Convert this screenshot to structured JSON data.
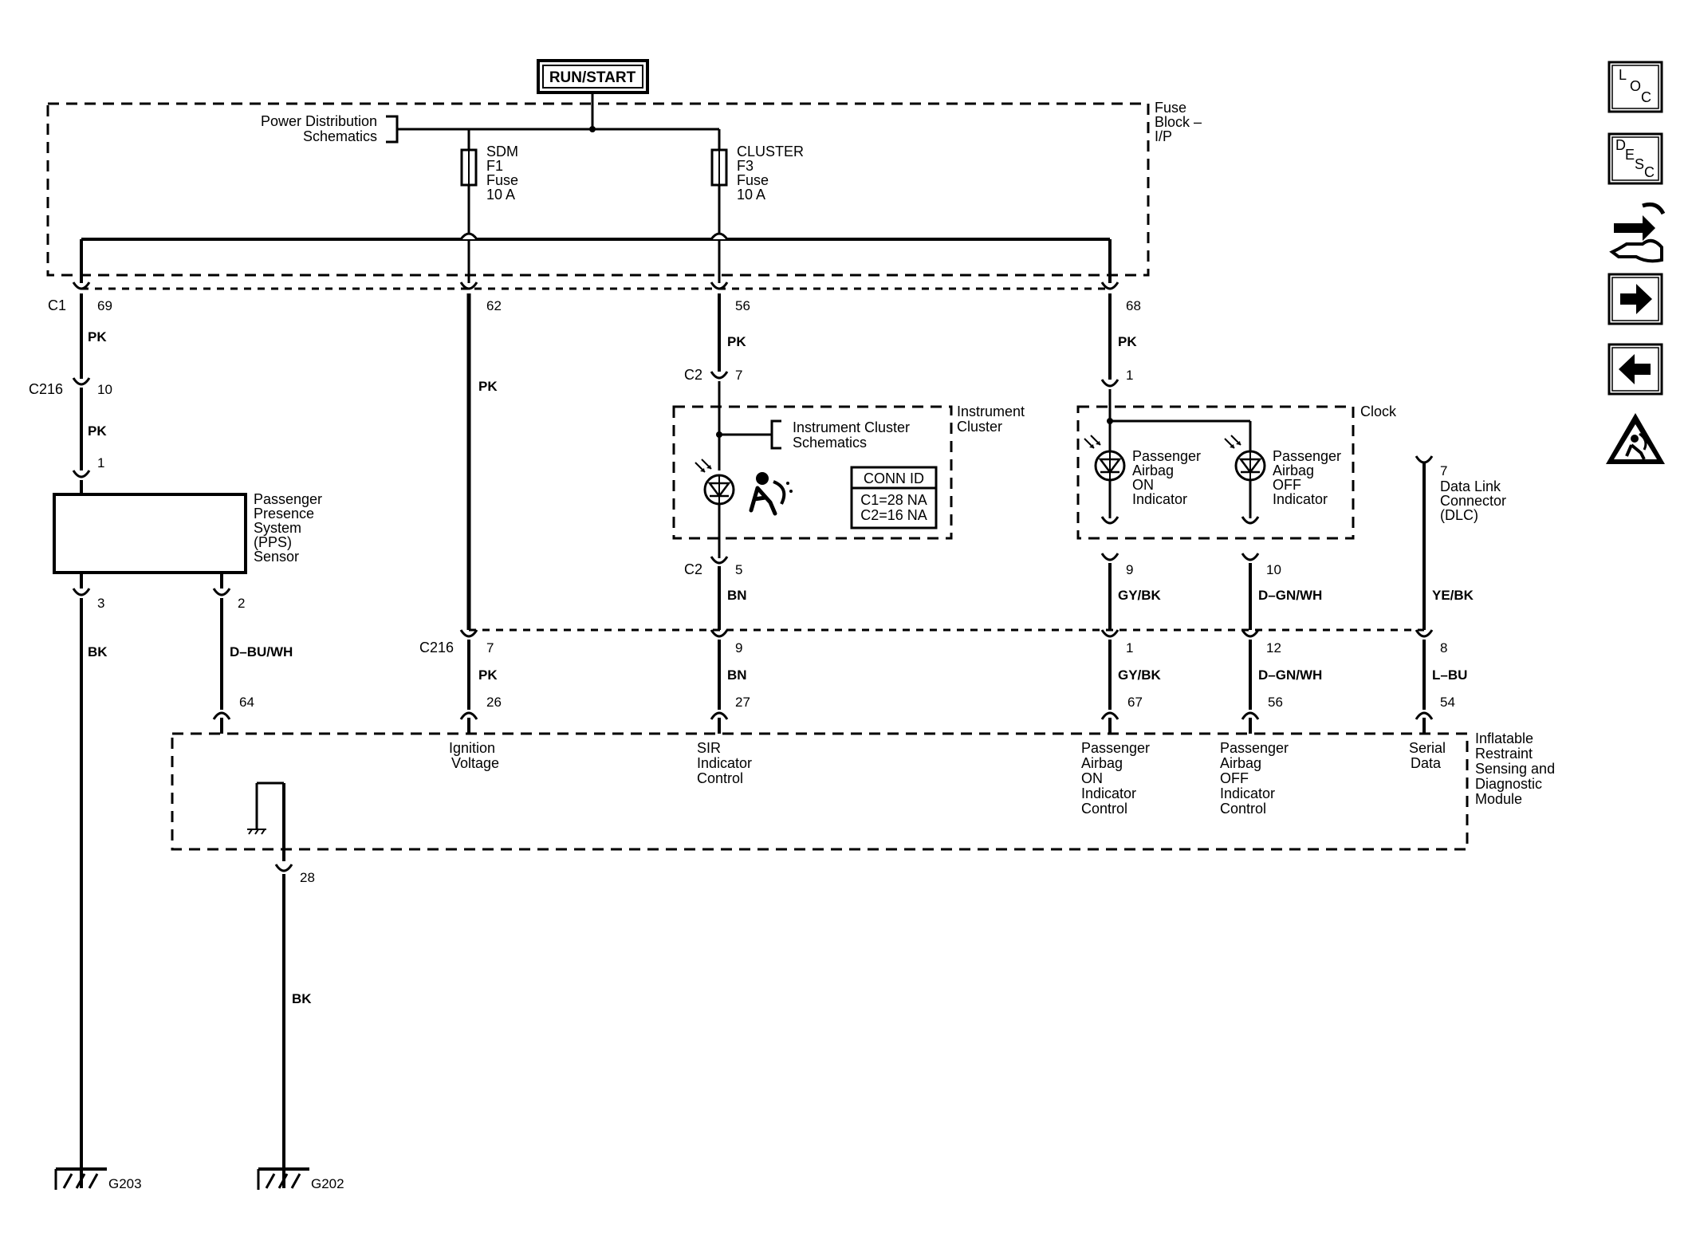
{
  "power_source": "RUN/START",
  "fuse_block": {
    "label": [
      "Fuse",
      "Block –",
      "I/P"
    ],
    "pd_schematics": [
      "Power Distribution",
      "Schematics"
    ],
    "fuse_sdm": [
      "SDM",
      "F1",
      "Fuse",
      "10 A"
    ],
    "fuse_cluster": [
      "CLUSTER",
      "F3",
      "Fuse",
      "10 A"
    ]
  },
  "connectors": {
    "c1": "C1",
    "c2": "C2",
    "c216": "C216"
  },
  "pins": {
    "c1_69": "69",
    "c1_62": "62",
    "c1_56": "56",
    "c1_68": "68",
    "c216_10": "10",
    "pps_1": "1",
    "c2_7": "7",
    "c2_5": "5",
    "clock_1": "1",
    "clock_9": "9",
    "clock_10": "10",
    "pps_3": "3",
    "pps_2": "2",
    "dlc_7": "7",
    "c216_7": "7",
    "c216_9": "9",
    "c216_1": "1",
    "c216_12": "12",
    "c216_8": "8",
    "m_64": "64",
    "m_26": "26",
    "m_27": "27",
    "m_67": "67",
    "m_56": "56",
    "m_54": "54",
    "m_28": "28"
  },
  "wires": {
    "w1_top": "PK",
    "w1_mid": "PK",
    "w2": "PK",
    "w3_top": "PK",
    "w4_top": "PK",
    "w_bk1": "BK",
    "w_dbuwh": "D–BU/WH",
    "w_c216_pk": "PK",
    "w_bn_top": "BN",
    "w_bn_bot": "BN",
    "w_gybk_top": "GY/BK",
    "w_gybk_bot": "GY/BK",
    "w_dgnwh_top": "D–GN/WH",
    "w_dgnwh_bot": "D–GN/WH",
    "w_yebk": "YE/BK",
    "w_lbu": "L–BU",
    "w_bk2": "BK"
  },
  "pps_sensor": [
    "Passenger",
    "Presence",
    "System",
    "(PPS)",
    "Sensor"
  ],
  "instrument_cluster": {
    "label": [
      "Instrument",
      "Cluster"
    ],
    "schematics": [
      "Instrument Cluster",
      "Schematics"
    ],
    "conn_id_title": "CONN ID",
    "conn_id_lines": [
      "C1=28 NA",
      "C2=16 NA"
    ]
  },
  "clock": {
    "label": "Clock",
    "on_indicator": [
      "Passenger",
      "Airbag",
      "ON",
      "Indicator"
    ],
    "off_indicator": [
      "Passenger",
      "Airbag",
      "OFF",
      "Indicator"
    ]
  },
  "dlc": [
    "Data Link",
    "Connector",
    "(DLC)"
  ],
  "module": {
    "label": [
      "Inflatable",
      "Restraint",
      "Sensing and",
      "Diagnostic",
      "Module"
    ],
    "ignition": [
      "Ignition",
      "Voltage"
    ],
    "sir": [
      "SIR",
      "Indicator",
      "Control"
    ],
    "on_ctrl": [
      "Passenger",
      "Airbag",
      "ON",
      "Indicator",
      "Control"
    ],
    "off_ctrl": [
      "Passenger",
      "Airbag",
      "OFF",
      "Indicator",
      "Control"
    ],
    "serial": [
      "Serial",
      "Data"
    ]
  },
  "grounds": {
    "g203": "G203",
    "g202": "G202"
  },
  "side_icons": {
    "loc": [
      "L",
      "O",
      "C"
    ],
    "desc": [
      "D",
      "E",
      "S",
      "C"
    ],
    "icons": [
      "connector-tool-icon",
      "next-arrow-icon",
      "previous-arrow-icon",
      "airbag-warning-icon"
    ]
  }
}
